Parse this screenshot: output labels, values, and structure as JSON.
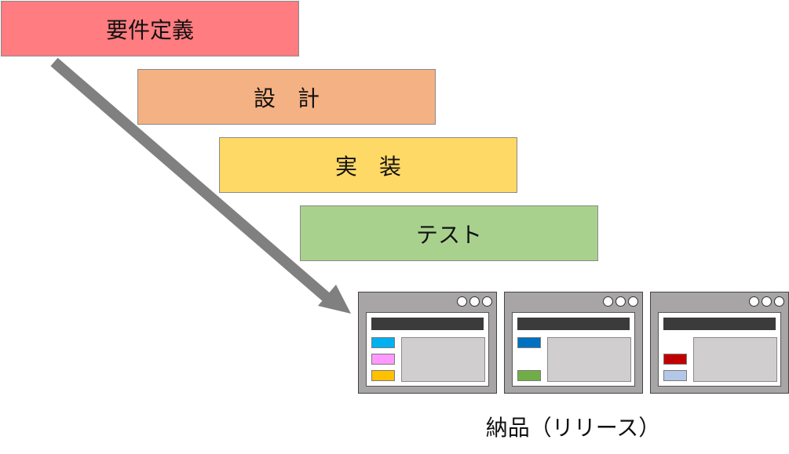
{
  "phases": [
    {
      "label": "要件定義",
      "color": "#ff7c80"
    },
    {
      "label": "設　計",
      "color": "#f4b183"
    },
    {
      "label": "実　装",
      "color": "#ffd966"
    },
    {
      "label": "テスト",
      "color": "#a9d18e"
    }
  ],
  "arrow": {
    "color": "#808080"
  },
  "releases": [
    {
      "chips": [
        "#00b0f0",
        "#ff99ff",
        "#ffc000"
      ]
    },
    {
      "chips": [
        "#0070c0",
        null,
        "#70ad47"
      ]
    },
    {
      "chips": [
        null,
        "#c00000",
        "#b4c7e7"
      ]
    }
  ],
  "release_label": "納品（リリース）"
}
